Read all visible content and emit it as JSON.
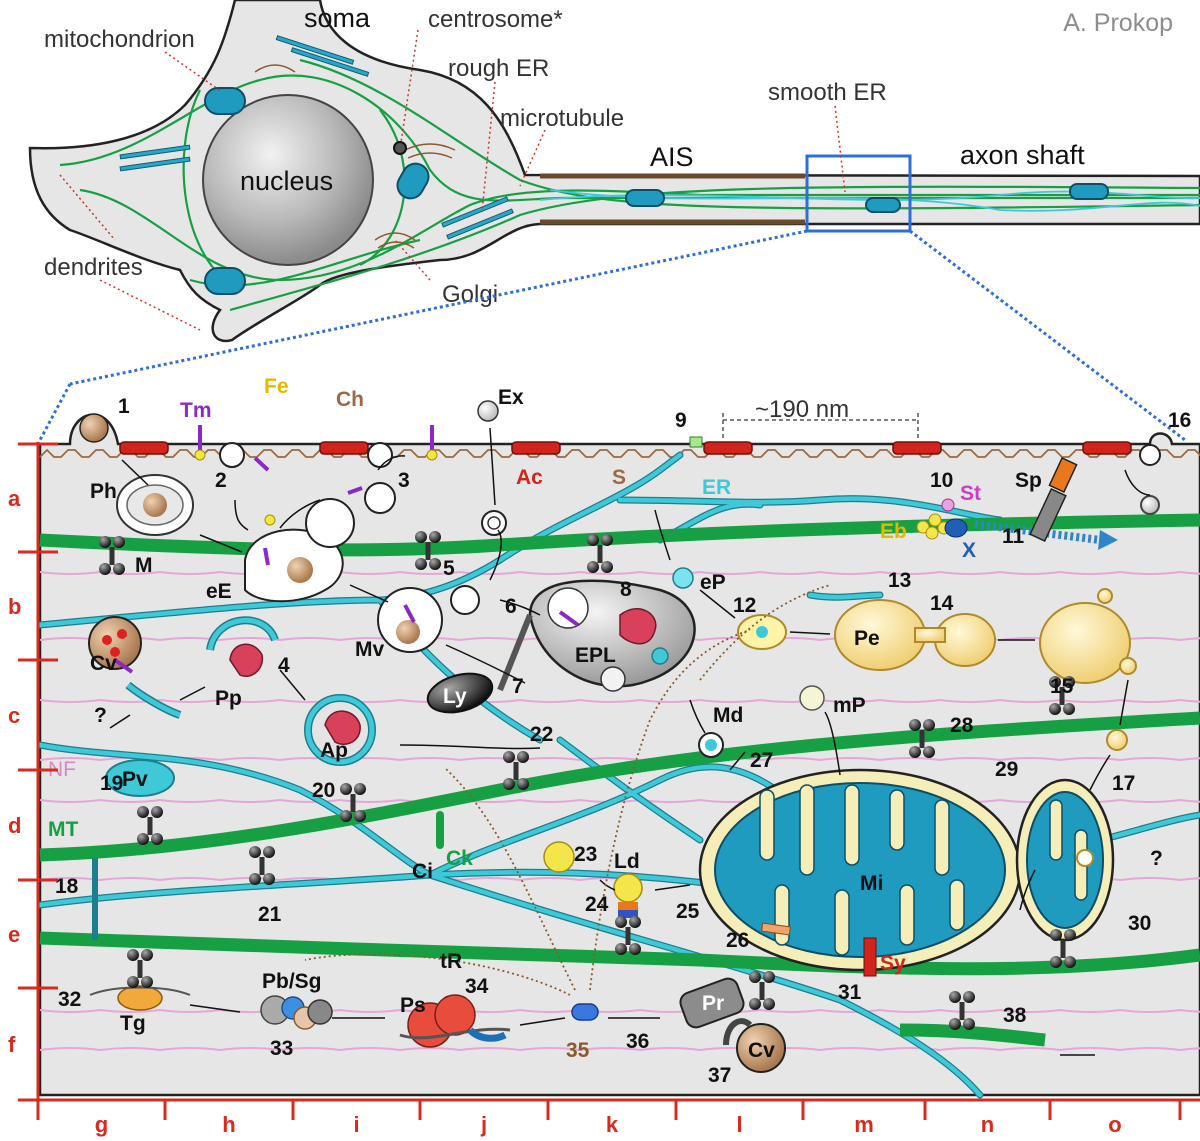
{
  "credit": "A. Prokop",
  "overview": {
    "soma": "soma",
    "centrosome": "centrosome*",
    "mitochondrion": "mitochondrion",
    "rough_er": "rough ER",
    "microtubule": "microtubule",
    "smooth_er": "smooth ER",
    "ais": "AIS",
    "axon_shaft": "axon shaft",
    "nucleus": "nucleus",
    "dendrites": "dendrites",
    "golgi": "Golgi"
  },
  "scale_bar": "~190 nm",
  "row_labels": [
    "a",
    "b",
    "c",
    "d",
    "e",
    "f"
  ],
  "column_labels": [
    "g",
    "h",
    "i",
    "j",
    "k",
    "l",
    "m",
    "n",
    "o"
  ],
  "colors": {
    "grid": "#d62b1e",
    "er": "#3ec8d8",
    "microtubule": "#17a043",
    "neurofilament": "#e8a6d8",
    "actin": "#d3241b",
    "spectrin": "#9b6a45",
    "mitochondrion": "#1f9bc0",
    "peroxisome": "#f5da8a"
  },
  "labels": {
    "fe": "Fe",
    "tm": "Tm",
    "ch": "Ch",
    "ex": "Ex",
    "ac": "Ac",
    "s": "S",
    "er": "ER",
    "ph": "Ph",
    "st": "St",
    "sp": "Sp",
    "eb": "Eb",
    "x": "X",
    "m": "M",
    "ee": "eE",
    "mv": "Mv",
    "ep": "eP",
    "cv": "Cv",
    "epl": "EPL",
    "pe": "Pe",
    "pp": "Pp",
    "ly": "Ly",
    "ap": "Ap",
    "md": "Md",
    "mp": "mP",
    "nf": "NF",
    "pv": "Pv",
    "mt": "MT",
    "ci": "Ci",
    "ck": "Ck",
    "ld": "Ld",
    "mi": "Mi",
    "tg": "Tg",
    "pbsg": "Pb/Sg",
    "tr": "tR",
    "ps": "Ps",
    "sy": "Sy",
    "pr": "Pr",
    "cv2": "Cv",
    "q1": "?",
    "q2": "?"
  },
  "numbers": [
    "1",
    "2",
    "3",
    "4",
    "5",
    "6",
    "7",
    "8",
    "9",
    "10",
    "11",
    "12",
    "13",
    "14",
    "15",
    "16",
    "17",
    "18",
    "19",
    "20",
    "21",
    "22",
    "23",
    "24",
    "25",
    "26",
    "27",
    "28",
    "29",
    "30",
    "31",
    "32",
    "33",
    "34",
    "35",
    "36",
    "37",
    "38"
  ]
}
